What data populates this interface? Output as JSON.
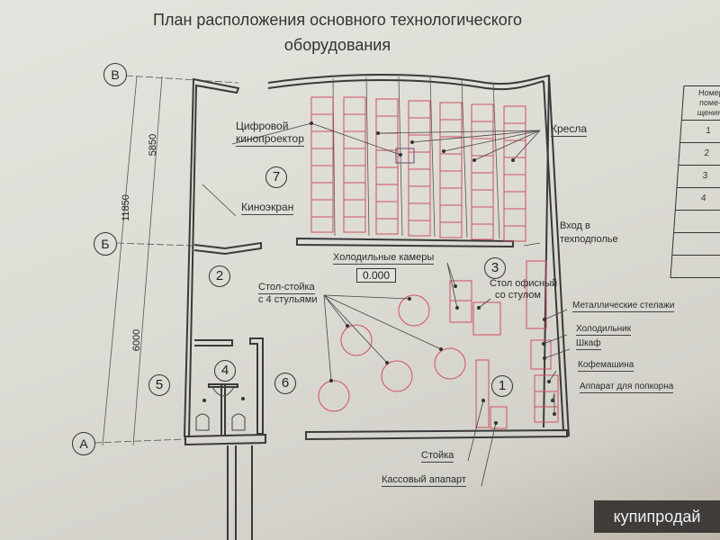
{
  "title": {
    "line1": "План расположения основного технологического",
    "line2": "оборудования"
  },
  "axes": [
    {
      "label": "В"
    },
    {
      "label": "Б"
    },
    {
      "label": "А"
    }
  ],
  "dimensions": {
    "total": "11850",
    "upper": "5850",
    "lower": "6000"
  },
  "rooms": [
    {
      "number": "1"
    },
    {
      "number": "2"
    },
    {
      "number": "3"
    },
    {
      "number": "4"
    },
    {
      "number": "5"
    },
    {
      "number": "6"
    },
    {
      "number": "7"
    }
  ],
  "level_mark": "0.000",
  "labels": {
    "projector_line1": "Цифровой",
    "projector_line2": "кинопроектор",
    "screen": "Киноэкран",
    "seats": "Кресла",
    "tech_entry_line1": "Вход в",
    "tech_entry_line2": "техподполье",
    "cold_chambers": "Холодильные камеры",
    "table_stand_line1": "Стол-стойка",
    "table_stand_line2": "с 4 стульями",
    "office_desk_line1": "Стол офисный",
    "office_desk_line2": "со стулом",
    "metal_shelves": "Металлические стелажи",
    "fridge": "Холодильник",
    "cabinet": "Шкаф",
    "coffee_machine": "Кофемашина",
    "popcorn_machine": "Аппарат для попкорна",
    "counter": "Стойка",
    "cash_register": "Кассовый апапарт"
  },
  "room_table": {
    "header_line1": "Номер",
    "header_line2": "поме-",
    "header_line3": "щения",
    "rows": [
      "1",
      "2",
      "3",
      "4",
      "",
      "",
      ""
    ]
  },
  "watermark": "купипродай",
  "colors": {
    "walls": "#3a3a3a",
    "equipment": "#d0505f",
    "paper": "#e2e1db"
  }
}
